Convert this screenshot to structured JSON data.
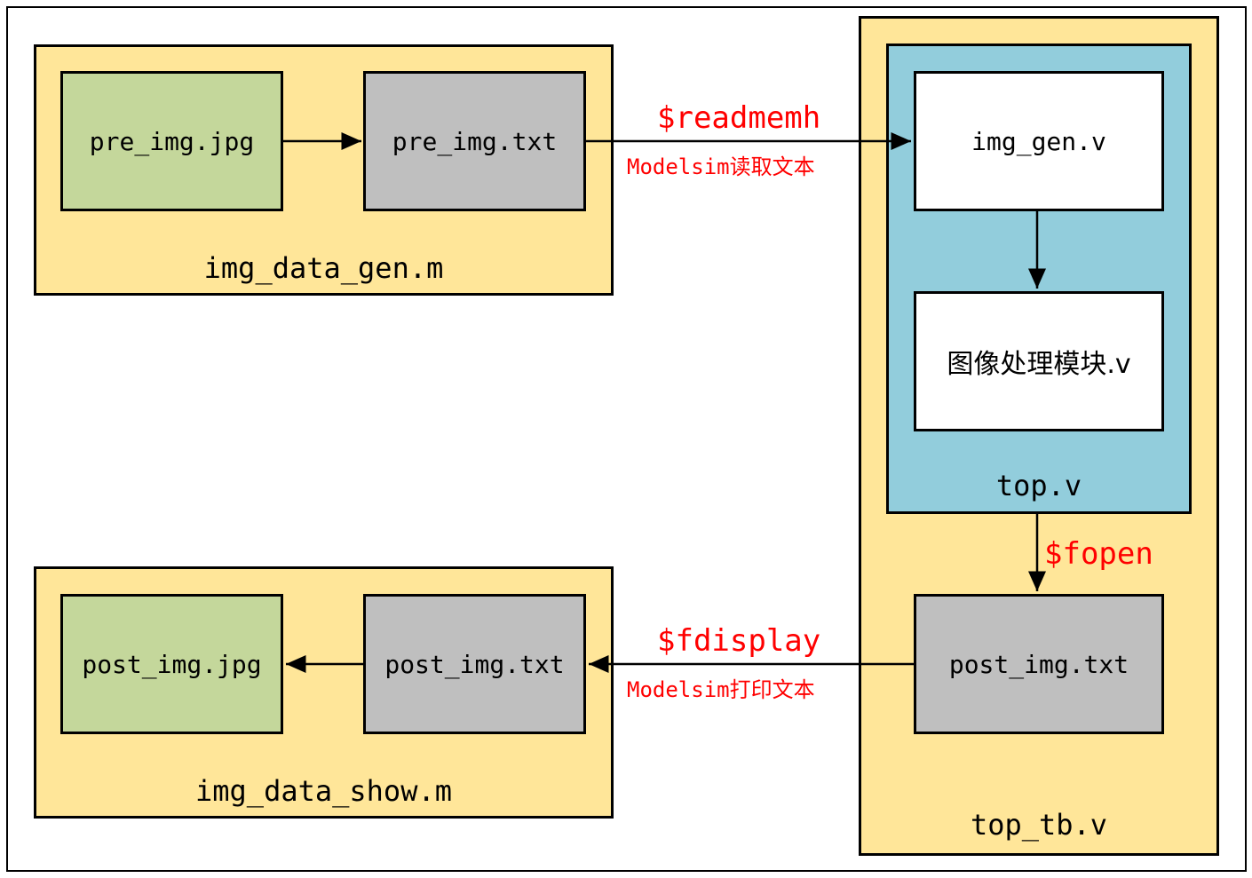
{
  "colors": {
    "module_bg": "#FFE699",
    "top_bg": "#92CDDC",
    "image_box": "#C4D79B",
    "text_box": "#BFBFBF",
    "code_box": "#FFFFFF",
    "annotation": "#FF0000"
  },
  "gen_module": {
    "label": "img_data_gen.m",
    "pre_jpg": "pre_img.jpg",
    "pre_txt": "pre_img.txt"
  },
  "show_module": {
    "label": "img_data_show.m",
    "post_jpg": "post_img.jpg",
    "post_txt": "post_img.txt"
  },
  "tb_module": {
    "label": "top_tb.v",
    "top": {
      "label": "top.v",
      "img_gen": "img_gen.v",
      "proc": "图像处理模块.v"
    },
    "post_txt": "post_img.txt"
  },
  "annotations": {
    "readmemh": "$readmemh",
    "read_text": "Modelsim读取文本",
    "fopen": "$fopen",
    "fdisplay": "$fdisplay",
    "print_text": "Modelsim打印文本"
  }
}
